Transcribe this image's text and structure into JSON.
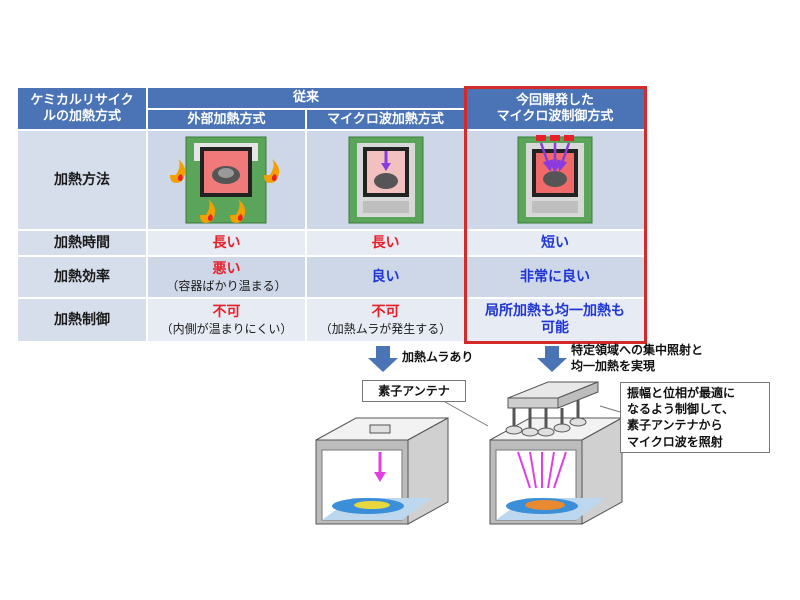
{
  "header": {
    "col0": "ケミカルリサイクルの加熱方式",
    "conventional": "従来",
    "external": "外部加熱方式",
    "microwave": "マイクロ波加熱方式",
    "new_line1": "今回開発した",
    "new_line2": "マイクロ波制御方式"
  },
  "rows": {
    "method": "加熱方法",
    "time": "加熱時間",
    "efficiency": "加熱効率",
    "control": "加熱制御"
  },
  "values": {
    "time_ext": "長い",
    "time_mw": "長い",
    "time_new": "短い",
    "eff_ext": "悪い",
    "eff_ext_note": "（容器ばかり温まる）",
    "eff_mw": "良い",
    "eff_new": "非常に良い",
    "ctl_ext": "不可",
    "ctl_ext_note": "（内側が温まりにくい）",
    "ctl_mw": "不可",
    "ctl_mw_note": "（加熱ムラが発生する）",
    "ctl_new_line1": "局所加熱も均一加熱も",
    "ctl_new_line2": "可能"
  },
  "lower": {
    "arrow1_label": "加熱ムラあり",
    "arrow2_line1": "特定領域への集中照射と",
    "arrow2_line2": "均一加熱を実現",
    "antenna_label": "素子アンテナ",
    "callout_line1": "振幅と位相が最適に",
    "callout_line2": "なるよう制御して、",
    "callout_line3": "素子アンテナから",
    "callout_line4": "マイクロ波を照射"
  },
  "colors": {
    "header_blue": "#4a74b5",
    "highlight_red": "#d42a2a",
    "bad_red": "#e8202a",
    "good_blue": "#1f35d6"
  },
  "icons": [
    "fire-icon",
    "down-arrow-icon",
    "microwave-arrow-icon"
  ]
}
